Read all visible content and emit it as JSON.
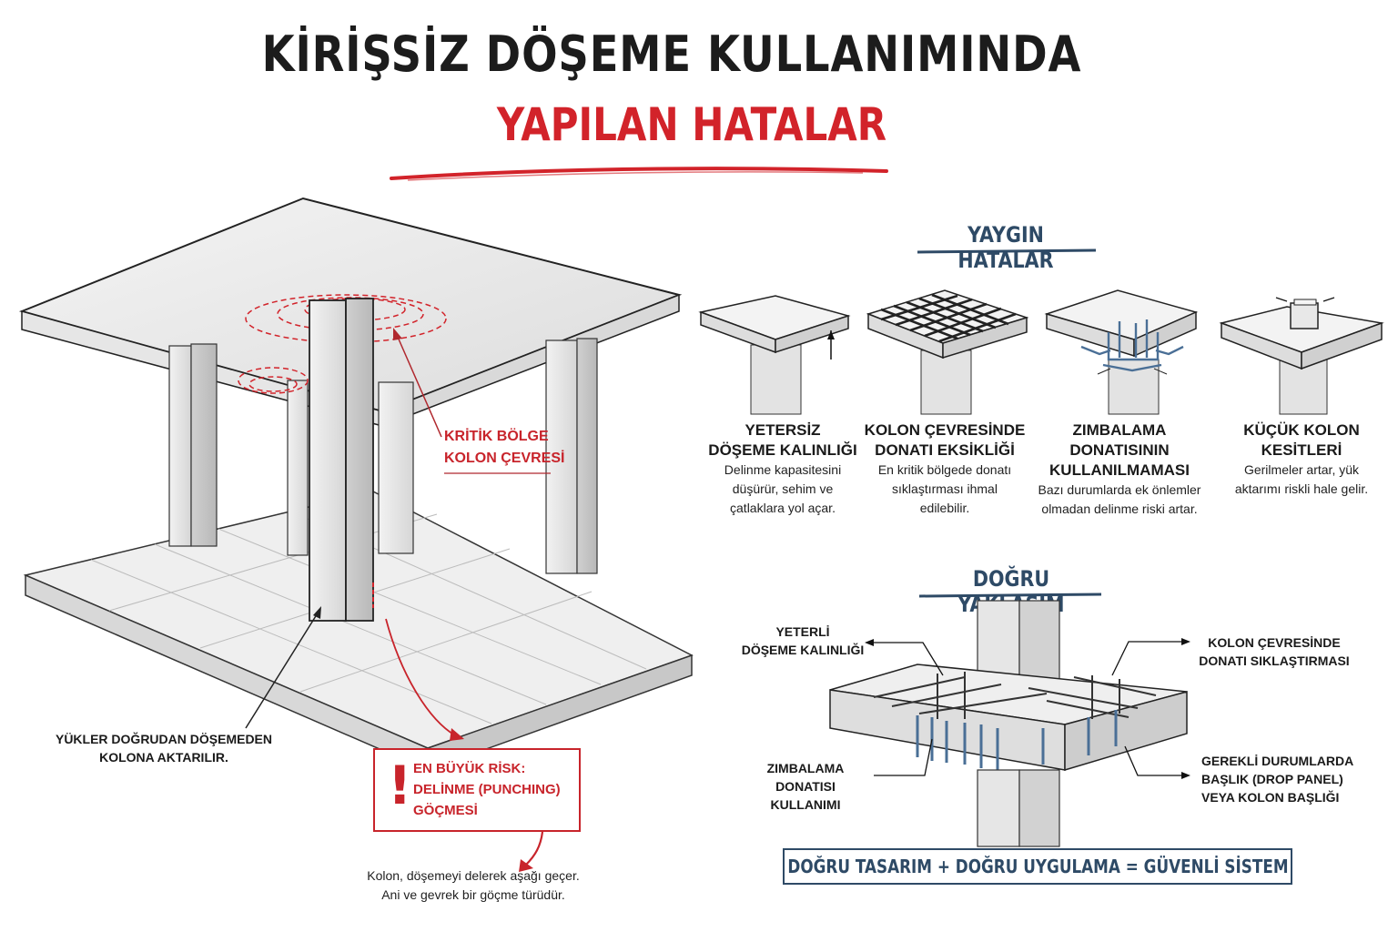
{
  "title": {
    "line1": "KİRİŞSİZ DÖŞEME KULLANIMINDA",
    "line2": "YAPILAN HATALAR",
    "underline_color": "#d2232a"
  },
  "colors": {
    "accent_red": "#c8242b",
    "accent_blue": "#2e4a66",
    "rebar_blue": "#4a6f96",
    "text_dark": "#1a1a1a"
  },
  "left_illustration": {
    "critical_zone_label": [
      "KRİTİK BÖLGE",
      "KOLON ÇEVRESİ"
    ],
    "load_transfer_label": [
      "YÜKLER DOĞRUDAN DÖŞEMEDEN",
      "KOLONA AKTARILIR."
    ],
    "risk_box": {
      "icon": "exclamation-icon",
      "lines": [
        "EN BÜYÜK RİSK:",
        "DELİNME (PUNCHING)",
        "GÖÇMESİ"
      ]
    },
    "risk_description": [
      "Kolon, döşemeyi delerek aşağı geçer.",
      "Ani ve gevrek bir göçme türüdür."
    ]
  },
  "common_mistakes": {
    "heading": "YAYGIN HATALAR",
    "items": [
      {
        "title": [
          "YETERSİZ",
          "DÖŞEME KALINLIĞI"
        ],
        "desc": [
          "Delinme kapasitesini",
          "düşürür, sehim ve",
          "çatlaklara yol açar."
        ],
        "illustration": "thin-slab-on-column"
      },
      {
        "title": [
          "KOLON ÇEVRESİNDE",
          "DONATI EKSİKLİĞİ"
        ],
        "desc": [
          "En kritik bölgede donatı",
          "sıklaştırması ihmal",
          "edilebilir."
        ],
        "illustration": "rebar-grid-slab"
      },
      {
        "title": [
          "ZIMBALAMA DONATISININ",
          "KULLANILMAMASI"
        ],
        "desc": [
          "Bazı durumlarda ek önlemler",
          "olmadan delinme riski artar."
        ],
        "illustration": "punching-shear-stirrups"
      },
      {
        "title": [
          "KÜÇÜK KOLON",
          "KESİTLERİ"
        ],
        "desc": [
          "Gerilmeler artar, yük",
          "aktarımı riskli hale gelir."
        ],
        "illustration": "small-column-section"
      }
    ]
  },
  "correct_approach": {
    "heading": "DOĞRU YAKLAŞIM",
    "labels": {
      "slab_thickness": [
        "YETERLİ",
        "DÖŞEME KALINLIĞI"
      ],
      "rebar_density": [
        "KOLON ÇEVRESİNDE",
        "DONATI SIKLAŞTIRMASI"
      ],
      "punching_rebar": [
        "ZIMBALAMA DONATISI",
        "KULLANIMI"
      ],
      "drop_panel": [
        "GEREKLİ DURUMLARDA",
        "BAŞLIK (DROP PANEL)",
        "VEYA KOLON BAŞLIĞI"
      ]
    },
    "formula": "DOĞRU TASARIM + DOĞRU UYGULAMA = GÜVENLİ SİSTEM"
  }
}
